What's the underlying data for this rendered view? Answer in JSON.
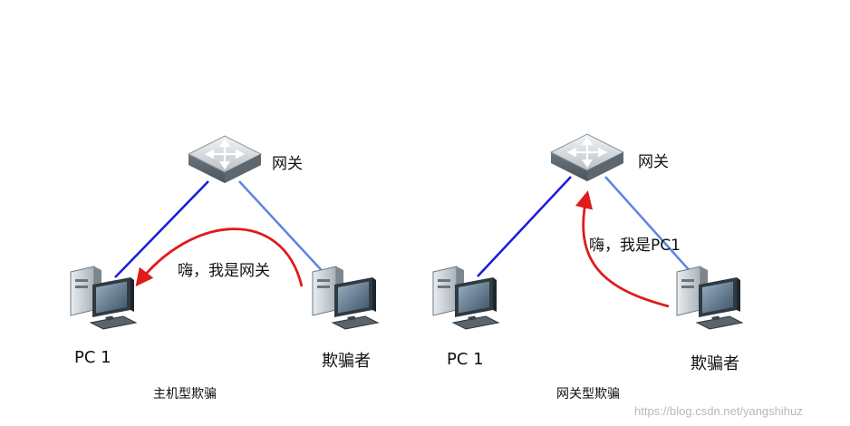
{
  "left_diagram": {
    "gateway_label": "网关",
    "pc_label": "PC 1",
    "attacker_label": "欺骗者",
    "message": "嗨，我是网关",
    "caption": "主机型欺骗"
  },
  "right_diagram": {
    "gateway_label": "网关",
    "pc_label": "PC 1",
    "attacker_label": "欺骗者",
    "message": "嗨，我是PC1",
    "caption": "网关型欺骗"
  },
  "watermark": "https://blog.csdn.net/yangshihuz",
  "colors": {
    "gateway_pc_link": "#1a1adf",
    "gateway_attacker_link": "#5b84e6",
    "spoof_arrow": "#e01b1b"
  },
  "icons": {
    "gateway": "router-icon",
    "pc": "desktop-computer-icon",
    "attacker": "desktop-computer-icon"
  }
}
